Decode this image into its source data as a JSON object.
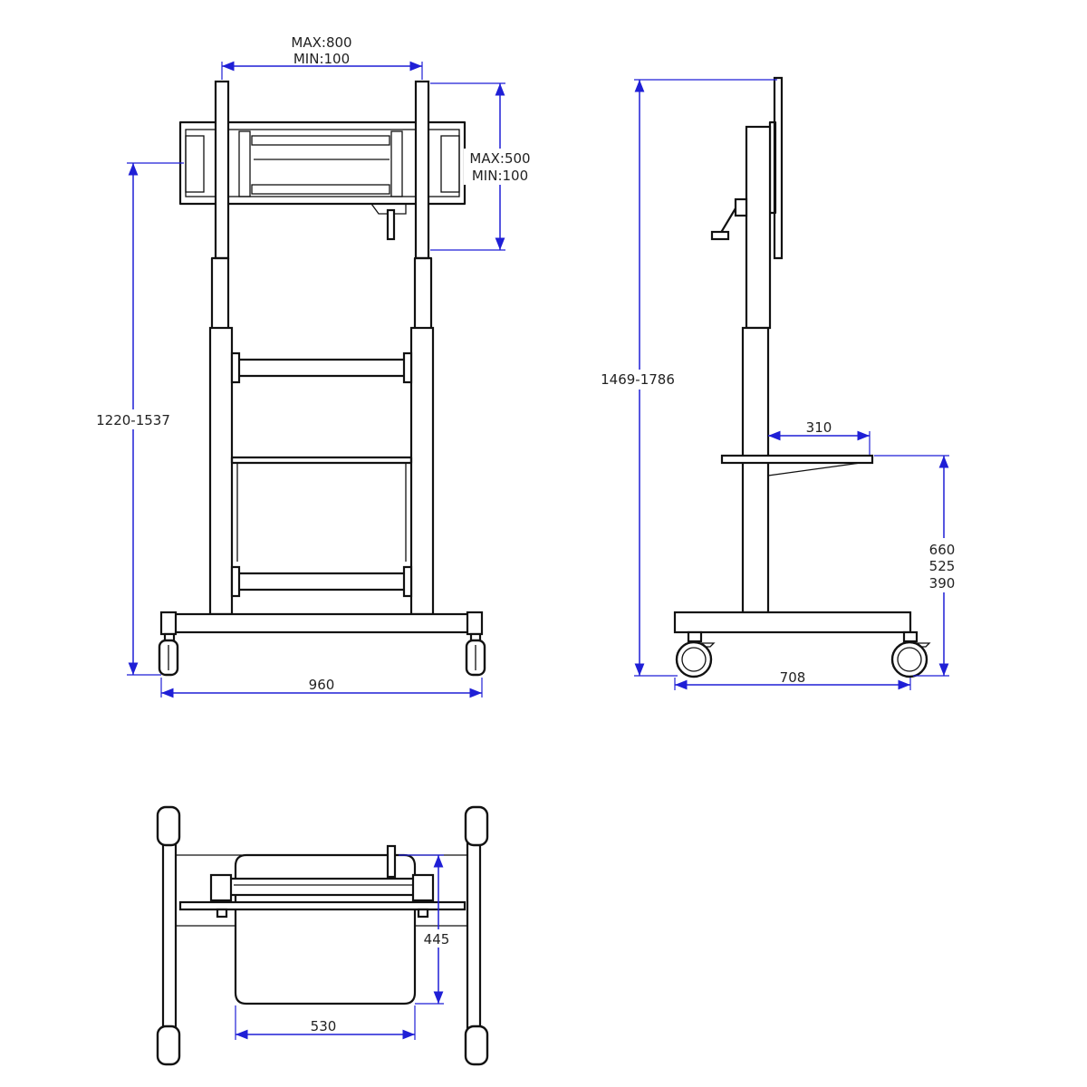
{
  "front_view": {
    "mount_width_max": "MAX:800",
    "mount_width_min": "MIN:100",
    "mount_height_max": "MAX:500",
    "mount_height_min": "MIN:100",
    "height_range": "1220-1537",
    "base_width": "960"
  },
  "side_view": {
    "height_range": "1469-1786",
    "shelf_depth": "310",
    "shelf_height_1": "660",
    "shelf_height_2": "525",
    "shelf_height_3": "390",
    "base_depth": "708"
  },
  "top_view": {
    "shelf_depth": "445",
    "shelf_width": "530"
  },
  "colors": {
    "dimension": "#1f1fd6",
    "outline": "#111111"
  }
}
